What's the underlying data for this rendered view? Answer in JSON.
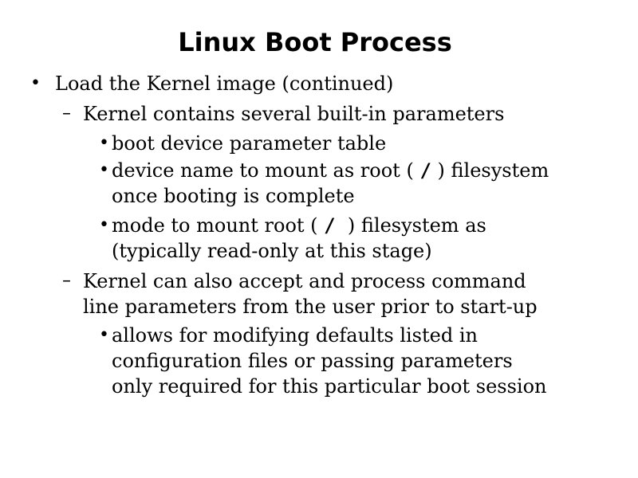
{
  "title": "Linux Boot Process",
  "bullets": {
    "l1": "Load the Kernel image (continued)",
    "l2": "Kernel contains several built-in parameters",
    "l3": "boot device parameter table",
    "l4a": "device name to mount as root (",
    "slash": "/",
    "l4b": ") filesystem",
    "l4c": "once booting is complete",
    "l5a": "mode to mount root (",
    "l5b": ") filesystem as",
    "l5c": "(typically read-only at this stage)",
    "l6": "Kernel can also accept and process command",
    "l6b": "line parameters from the user prior to start-up",
    "l7": "allows for modifying defaults listed in",
    "l7b": "configuration files or passing parameters",
    "l7c": "only required for this particular boot session"
  },
  "markers": {
    "bullet": "•",
    "dash": "–"
  }
}
